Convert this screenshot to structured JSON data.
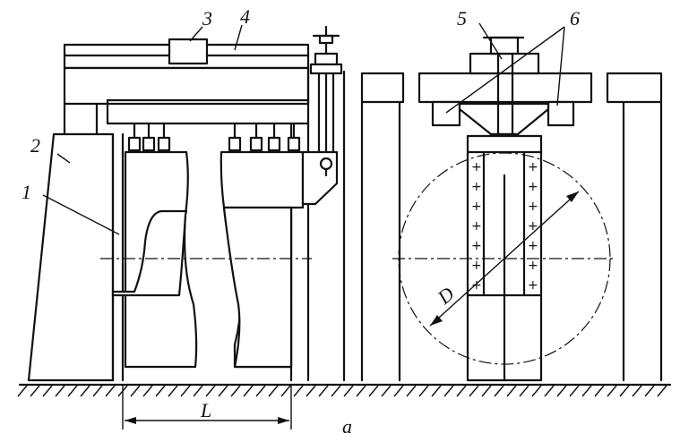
{
  "labels": {
    "l1": "1",
    "l2": "2",
    "l3": "3",
    "l4": "4",
    "l5": "5",
    "l6": "6",
    "dim_L": "L",
    "dim_D": "D",
    "caption": "a",
    "plus": "+"
  }
}
